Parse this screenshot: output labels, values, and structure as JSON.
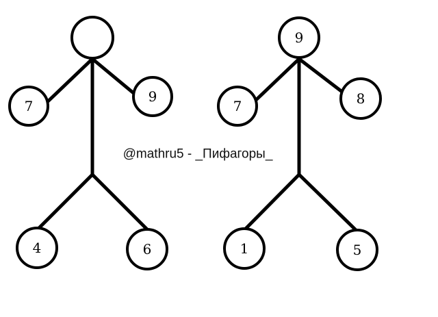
{
  "watermark": "@mathru5 - _Пифагоры_",
  "figures": [
    {
      "head": "",
      "left_hand": "7",
      "right_hand": "9",
      "left_foot": "4",
      "right_foot": "6"
    },
    {
      "head": "9",
      "left_hand": "7",
      "right_hand": "8",
      "left_foot": "1",
      "right_foot": "5"
    }
  ]
}
